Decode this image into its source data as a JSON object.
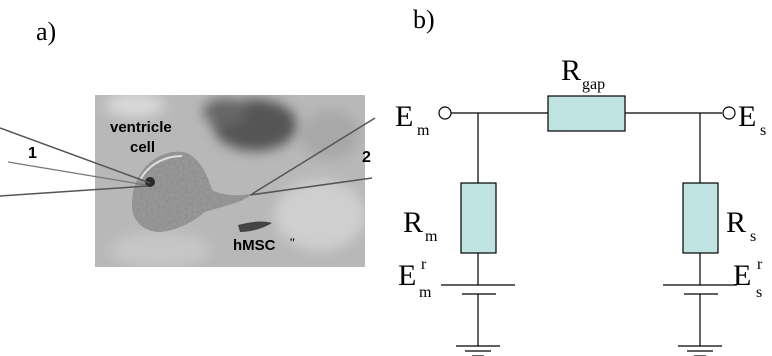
{
  "panel_a": {
    "label": "a)",
    "cell_label_line1": "ventricle",
    "cell_label_line2": "cell",
    "electrode_1": "1",
    "electrode_2": "2",
    "hmsc_label": "hMSC"
  },
  "panel_b": {
    "label": "b)",
    "node_left_main": "E",
    "node_left_sub": "m",
    "node_right_main": "E",
    "node_right_sub": "s",
    "gap_main": "R",
    "gap_sub": "gap",
    "rm_main": "R",
    "rm_sub": "m",
    "rs_main": "R",
    "rs_sub": "s",
    "erm_main": "E",
    "erm_sup": "r",
    "erm_sub": "m",
    "ers_main": "E",
    "ers_sup": "r",
    "ers_sub": "s"
  },
  "colors": {
    "resistor_fill": "#bfe3e0",
    "wire": "#000000"
  }
}
